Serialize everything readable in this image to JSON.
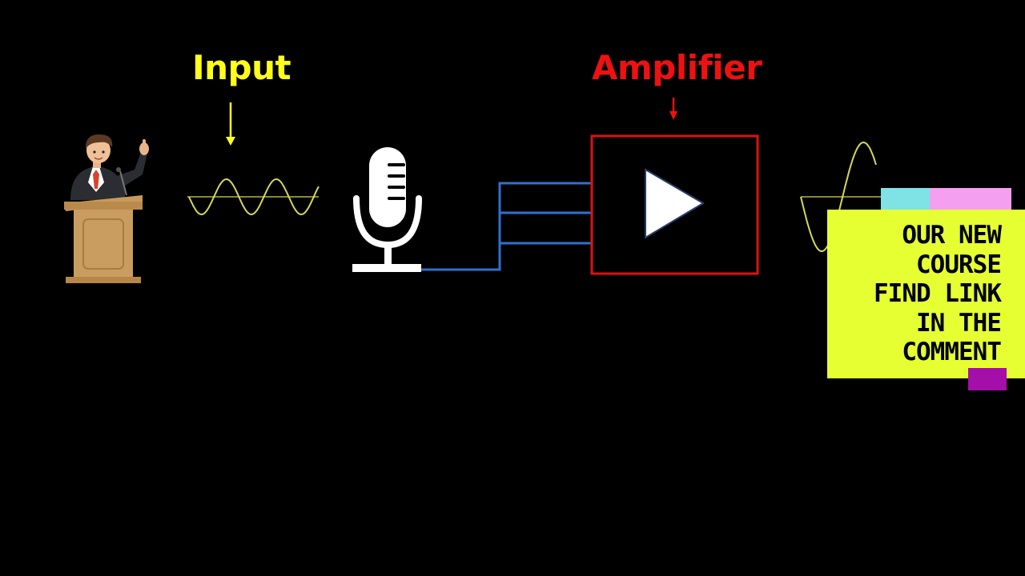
{
  "labels": {
    "input": "Input",
    "amplifier": "Amplifier"
  },
  "promo": {
    "lines": [
      "OUR NEW",
      "COURSE",
      "FIND LINK",
      "IN THE",
      "COMMENT"
    ]
  },
  "colors": {
    "background": "#000000",
    "input_label": "#ffff1a",
    "amplifier_label": "#ee1111",
    "wave": "#d8d85a",
    "wire": "#2f6fd1",
    "amp_border": "#dd1111",
    "promo_bg": "#e6ff33",
    "tab_cyan": "#7fe3e6",
    "tab_pink": "#f59ff0",
    "tab_purple": "#a30fa8"
  },
  "icons": {
    "speaker": "speaker-at-podium-icon",
    "microphone": "microphone-icon",
    "amplifier": "play-triangle-icon",
    "input_arrow": "down-arrow-icon",
    "amp_arrow": "down-arrow-icon"
  }
}
